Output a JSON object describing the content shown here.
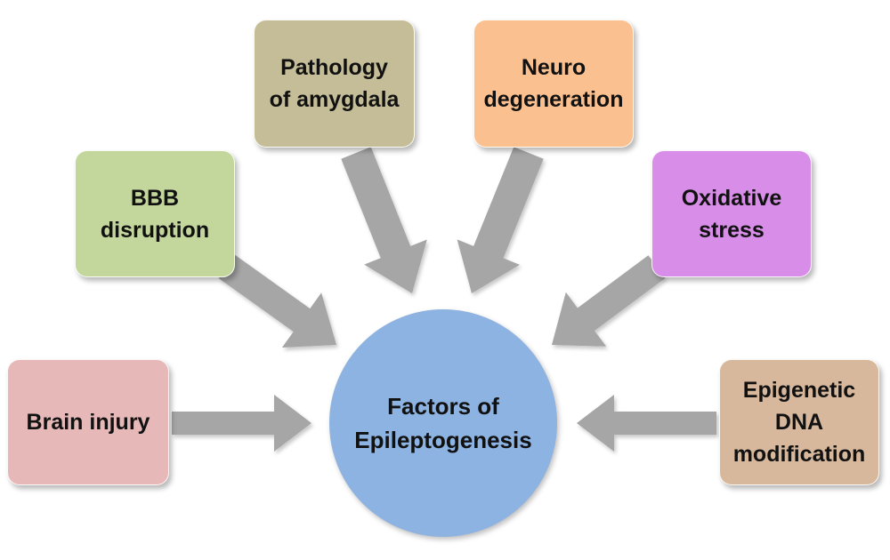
{
  "center": {
    "text": "Factors of\nEpileptogenesis",
    "color": "#8db3e2"
  },
  "factors": [
    {
      "id": "brain-injury",
      "text": "Brain injury",
      "color": "#e6b9b8"
    },
    {
      "id": "bbb-disruption",
      "text": "BBB\ndisruption",
      "color": "#c3d69b"
    },
    {
      "id": "pathology-of-amygdala",
      "text": "Pathology\nof amygdala",
      "color": "#c4bd97"
    },
    {
      "id": "neuro-degeneration",
      "text": "Neuro\ndegeneration",
      "color": "#fac090"
    },
    {
      "id": "oxidative-stress",
      "text": "Oxidative\nstress",
      "color": "#d88ee8"
    },
    {
      "id": "epigenetic-dna-modification",
      "text": "Epigenetic\nDNA\nmodification",
      "color": "#d7b89c"
    }
  ],
  "arrow_color": "#a6a6a6"
}
